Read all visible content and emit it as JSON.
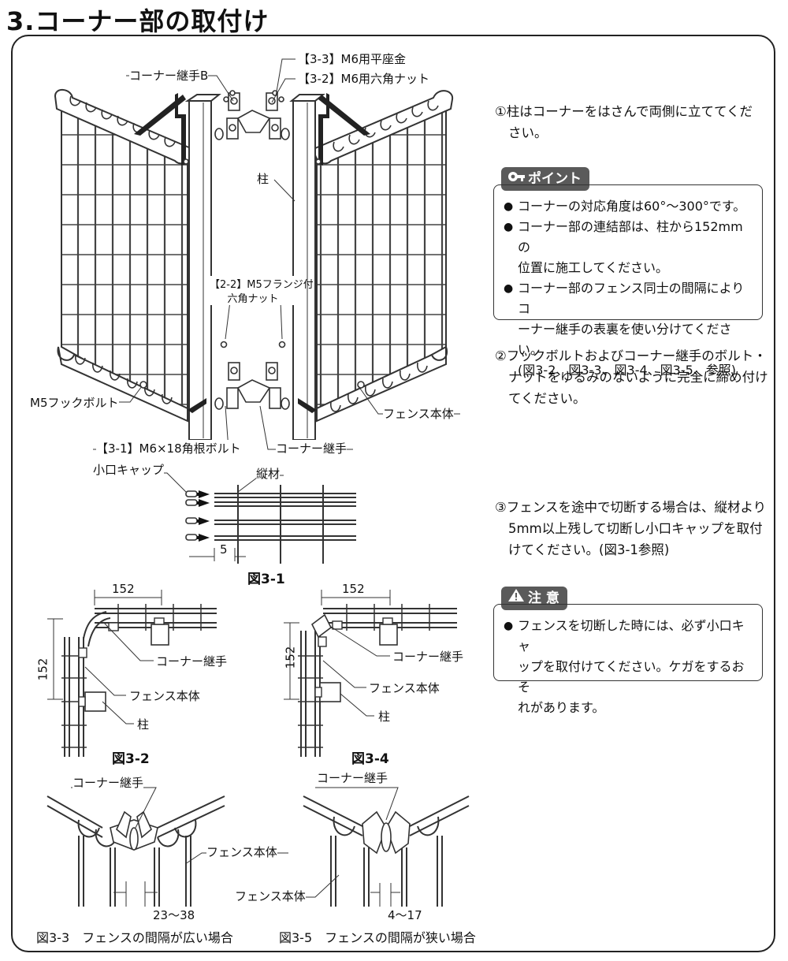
{
  "title": "3.コーナー部の取付け",
  "labels": {
    "m6_washer": "【3-3】M6用平座金",
    "m6_nut": "【3-2】M6用六角ナット",
    "corner_joint_b": "コーナー継手B",
    "post": "柱",
    "m5_flange_nut_line1": "【2-2】M5フランジ付",
    "m5_flange_nut_line2": "六角ナット",
    "m5_hook_bolt": "M5フックボルト",
    "fence_body": "フェンス本体",
    "m6_bolt": "【3-1】M6×18角根ボルト",
    "corner_joint": "コーナー継手",
    "end_cap": "小口キャップ",
    "vertical_bar": "縦材",
    "dim_5": "5"
  },
  "figures": {
    "fig3_1": "図3-1",
    "fig3_2": "図3-2",
    "fig3_4": "図3-4",
    "fig3_3": "図3-3　フェンスの間隔が広い場合",
    "fig3_5": "図3-5　フェンスの間隔が狭い場合",
    "dim_152": "152",
    "fig3_2_corner_joint": "コーナー継手",
    "fig3_2_fence_body": "フェンス本体",
    "fig3_2_post": "柱",
    "fig3_4_corner_joint": "コーナー継手",
    "fig3_4_fence_body": "フェンス本体",
    "fig3_4_post": "柱",
    "fig3_3_corner_joint": "コーナー継手",
    "fig3_3_fence_body": "フェンス本体",
    "fig3_3_range": "23〜38",
    "fig3_5_corner_joint": "コーナー継手",
    "fig3_5_fence_body": "フェンス本体",
    "fig3_5_range": "4〜17"
  },
  "steps": {
    "step1_line1": "①柱はコーナーをはさんで両側に立ててくだ",
    "step1_line2": "さい。",
    "step2_line1": "②フックボルトおよびコーナー継手のボルト・",
    "step2_line2": "ナットをゆるみのないように完全に締め付け",
    "step2_line3": "てください。",
    "step3_line1": "③フェンスを途中で切断する場合は、縦材より",
    "step3_line2": "5mm以上残して切断し小口キャップを取付",
    "step3_line3": "けてください。(図3-1参照)"
  },
  "point": {
    "tag": "ポイント",
    "items": [
      "コーナーの対応角度は60°〜300°です。",
      "コーナー部の連結部は、柱から152mmの",
      "位置に施工してください。",
      "コーナー部のフェンス同士の間隔によりコ",
      "ーナー継手の表裏を使い分けてください。",
      "(図3-2、図3-3、図3-4、図3-5、参照)"
    ]
  },
  "caution": {
    "tag": "注 意",
    "items": [
      "フェンスを切断した時には、必ず小口キャ",
      "ップを取付けてください。ケガをするおそ",
      "れがあります。"
    ]
  }
}
